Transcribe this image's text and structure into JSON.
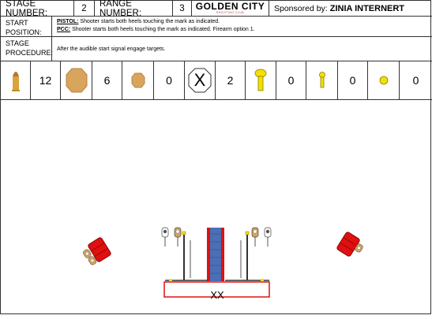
{
  "header": {
    "stage_number_label": "STAGE NUMBER:",
    "stage_number": "2",
    "range_number_label": "RANGE NUMBER:",
    "range_number": "3",
    "logo_text": "GOLDEN CITY",
    "logo_subtext": "SHOOTING CLUB",
    "sponsor_label": "Sponsored by:",
    "sponsor_name": "ZINIA INTERNERT"
  },
  "start_position": {
    "label_line1": "START",
    "label_line2": "POSITION:",
    "pistol_label": "PISTOL:",
    "pistol_text": " Shooter starts both heels touching the mark as indicated.",
    "pcc_label": "PCC:",
    "pcc_text": " Shooter starts both heels touching the mark as indicated. Firearm option 1."
  },
  "stage_procedure": {
    "label_line1": "STAGE",
    "label_line2": "PROCEDURE:",
    "text": "After the audible start signal engage targets."
  },
  "counts": {
    "rounds": "12",
    "paper_targets": "6",
    "mini_paper_targets": "0",
    "no_shoot_symbol": "X",
    "no_shoots": "2",
    "poppers": "0",
    "mini_poppers": "0",
    "plates": "0"
  },
  "icons": {
    "rounds": "bullet-icon",
    "paper_targets": "paper-target-icon",
    "mini_paper_targets": "mini-paper-target-icon",
    "no_shoots": "no-shoot-icon",
    "poppers": "popper-icon",
    "mini_poppers": "mini-popper-icon",
    "plates": "plate-icon"
  },
  "diagram": {
    "start_mark_label": "XX"
  },
  "colors": {
    "target_tan": "#d9a45b",
    "steel_yellow": "#f3e000",
    "barrel_red": "#e01010",
    "wall_blue": "#4a6fb5",
    "wall_red": "#dd1111"
  }
}
